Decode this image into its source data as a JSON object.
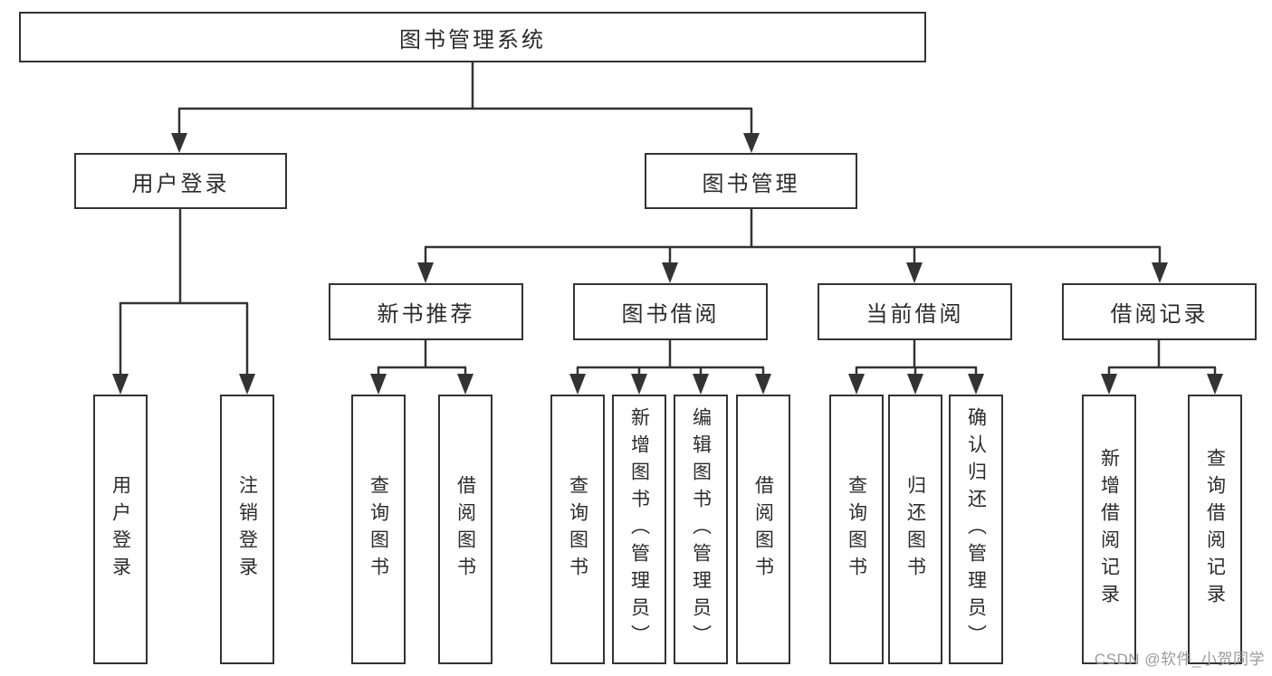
{
  "colors": {
    "line": "#333333",
    "text": "#2b2b2b",
    "watermark": "#9a9a9a",
    "background": "#ffffff"
  },
  "root": {
    "label": "图书管理系统"
  },
  "level2": [
    {
      "label": "用户登录"
    },
    {
      "label": "图书管理"
    }
  ],
  "level3": [
    {
      "label": "新书推荐"
    },
    {
      "label": "图书借阅"
    },
    {
      "label": "当前借阅"
    },
    {
      "label": "借阅记录"
    }
  ],
  "leaves": [
    {
      "label": "用户登录"
    },
    {
      "label": "注销登录"
    },
    {
      "label": "查询图书"
    },
    {
      "label": "借阅图书"
    },
    {
      "label": "查询图书"
    },
    {
      "label": "新增图书（管理员）"
    },
    {
      "label": "编辑图书（管理员）"
    },
    {
      "label": "借阅图书"
    },
    {
      "label": "查询图书"
    },
    {
      "label": "归还图书"
    },
    {
      "label": "确认归还（管理员）"
    },
    {
      "label": "新增借阅记录"
    },
    {
      "label": "查询借阅记录"
    }
  ],
  "watermark": {
    "text": "CSDN @软件_小贺同学"
  }
}
